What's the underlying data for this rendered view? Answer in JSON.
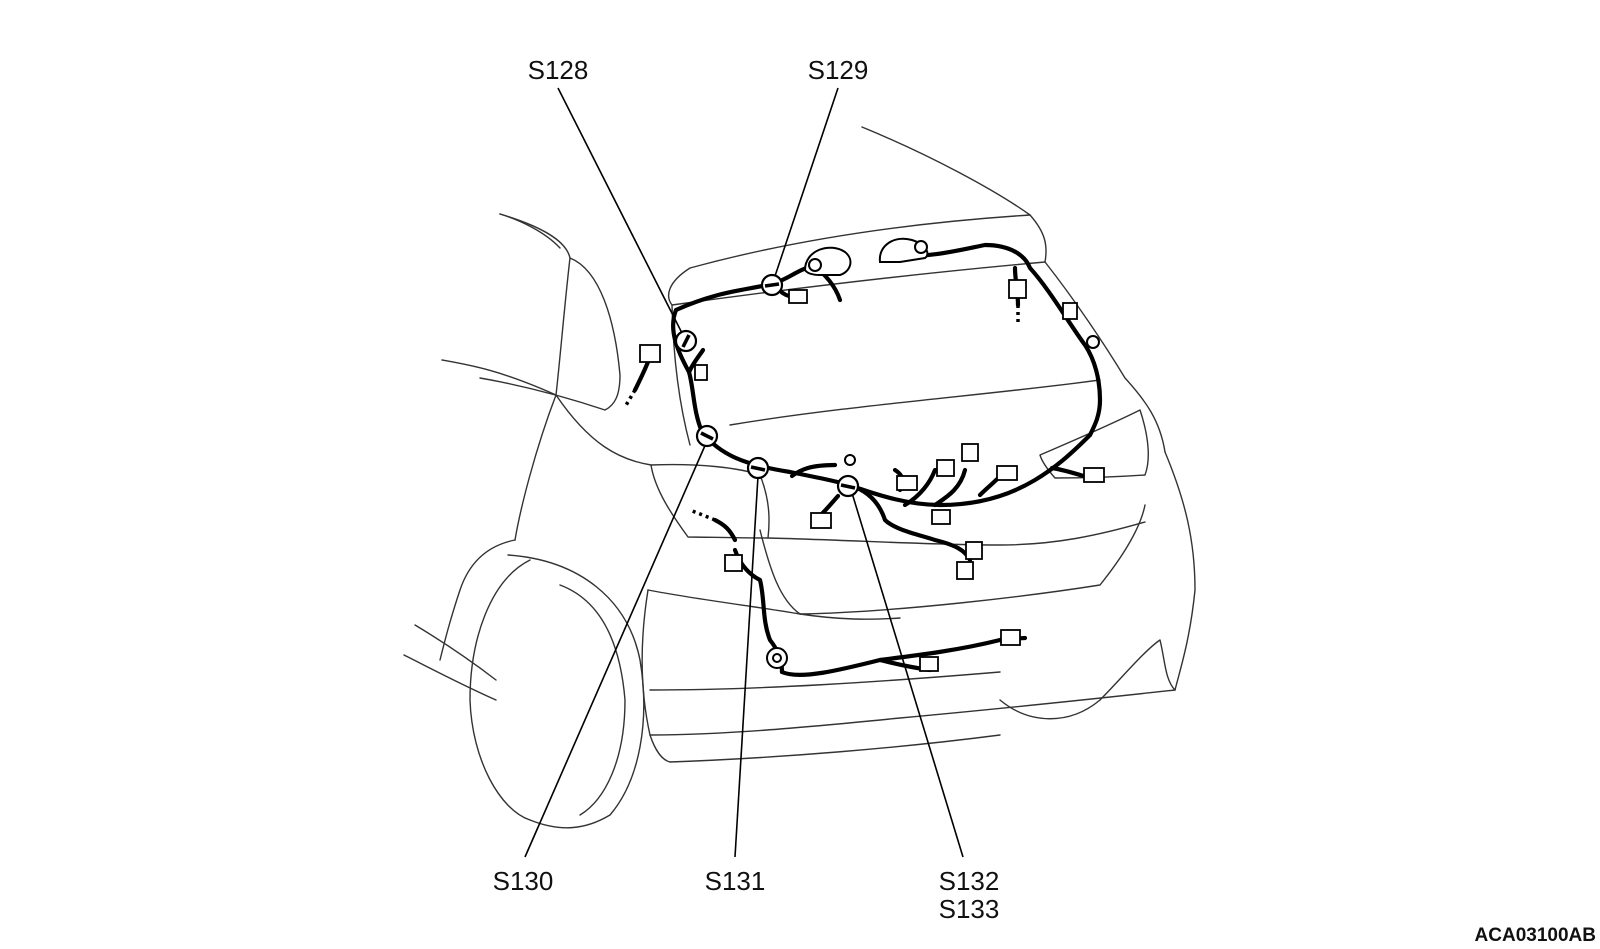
{
  "splices": [
    {
      "id": "S128",
      "label": "S128"
    },
    {
      "id": "S129",
      "label": "S129"
    },
    {
      "id": "S130",
      "label": "S130"
    },
    {
      "id": "S131",
      "label": "S131"
    },
    {
      "id": "S132",
      "label": "S132",
      "label2": "S133"
    }
  ],
  "figure_id": "ACA03100AB"
}
